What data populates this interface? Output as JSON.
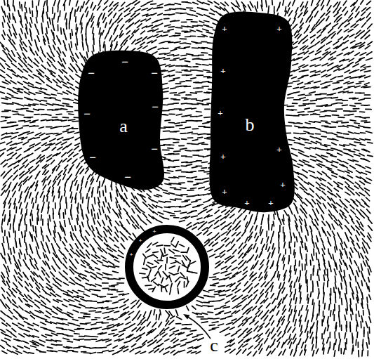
{
  "diagram": {
    "nodes": [
      {
        "text": [
          "a",
          "−",
          "−",
          "−",
          "−",
          "−",
          "−",
          "−",
          "−"
        ]
      },
      {
        "text": [
          "b",
          "+",
          "+",
          "+",
          "+",
          "+",
          "+",
          "+",
          "+",
          "+",
          "+"
        ]
      },
      {
        "text": [
          "c",
          "+",
          "+",
          "+"
        ]
      }
    ]
  }
}
